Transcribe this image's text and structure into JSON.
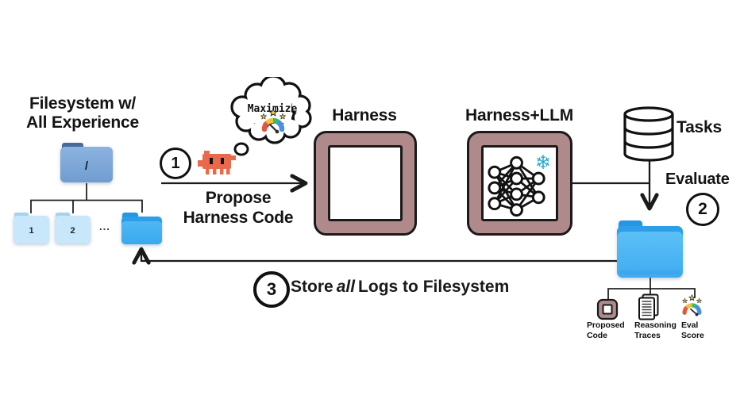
{
  "diagram": {
    "filesystem": {
      "heading_line1": "Filesystem w/",
      "heading_line2": "All Experience",
      "root_folder_label": "/",
      "child_folder_1": "1",
      "child_folder_2": "2",
      "ellipsis": "..."
    },
    "step1": {
      "number": "1",
      "caption_line1": "Propose",
      "caption_line2": "Harness Code"
    },
    "thought_bubble": {
      "text": "Maximize"
    },
    "harness": {
      "title": "Harness"
    },
    "harness_llm": {
      "title": "Harness+LLM",
      "snowflake_glyph": "❄"
    },
    "tasks": {
      "label": "Tasks"
    },
    "step2": {
      "number": "2",
      "label": "Evaluate"
    },
    "step3": {
      "number": "3",
      "text_prefix": "Store",
      "text_italic": "all",
      "text_suffix": "Logs to Filesystem"
    },
    "outputs": {
      "proposed_code": {
        "line1": "Proposed",
        "line2": "Code"
      },
      "reasoning_traces": {
        "line1": "Reasoning",
        "line2": "Traces"
      },
      "eval_score": {
        "line1": "Eval",
        "line2": "Score"
      }
    },
    "colors": {
      "harness_fill": "#b08a8a",
      "outline": "#1a1a1a",
      "robot_orange": "#e8694c",
      "snowflake_cyan": "#2fa9ca",
      "folder_root_tab": "#46699e",
      "folder_root_body": "#7aa6d6",
      "folder_light_body": "#c8e7fa",
      "folder_bright_body": "#4ab4f1",
      "folder_bright_tab": "#2d9fe8",
      "gauge_red": "#e4573f",
      "gauge_yellow": "#f3c13c",
      "gauge_green": "#2fbf71",
      "gauge_blue": "#4b8fe2",
      "star_yellow": "#f7cf4b"
    }
  }
}
